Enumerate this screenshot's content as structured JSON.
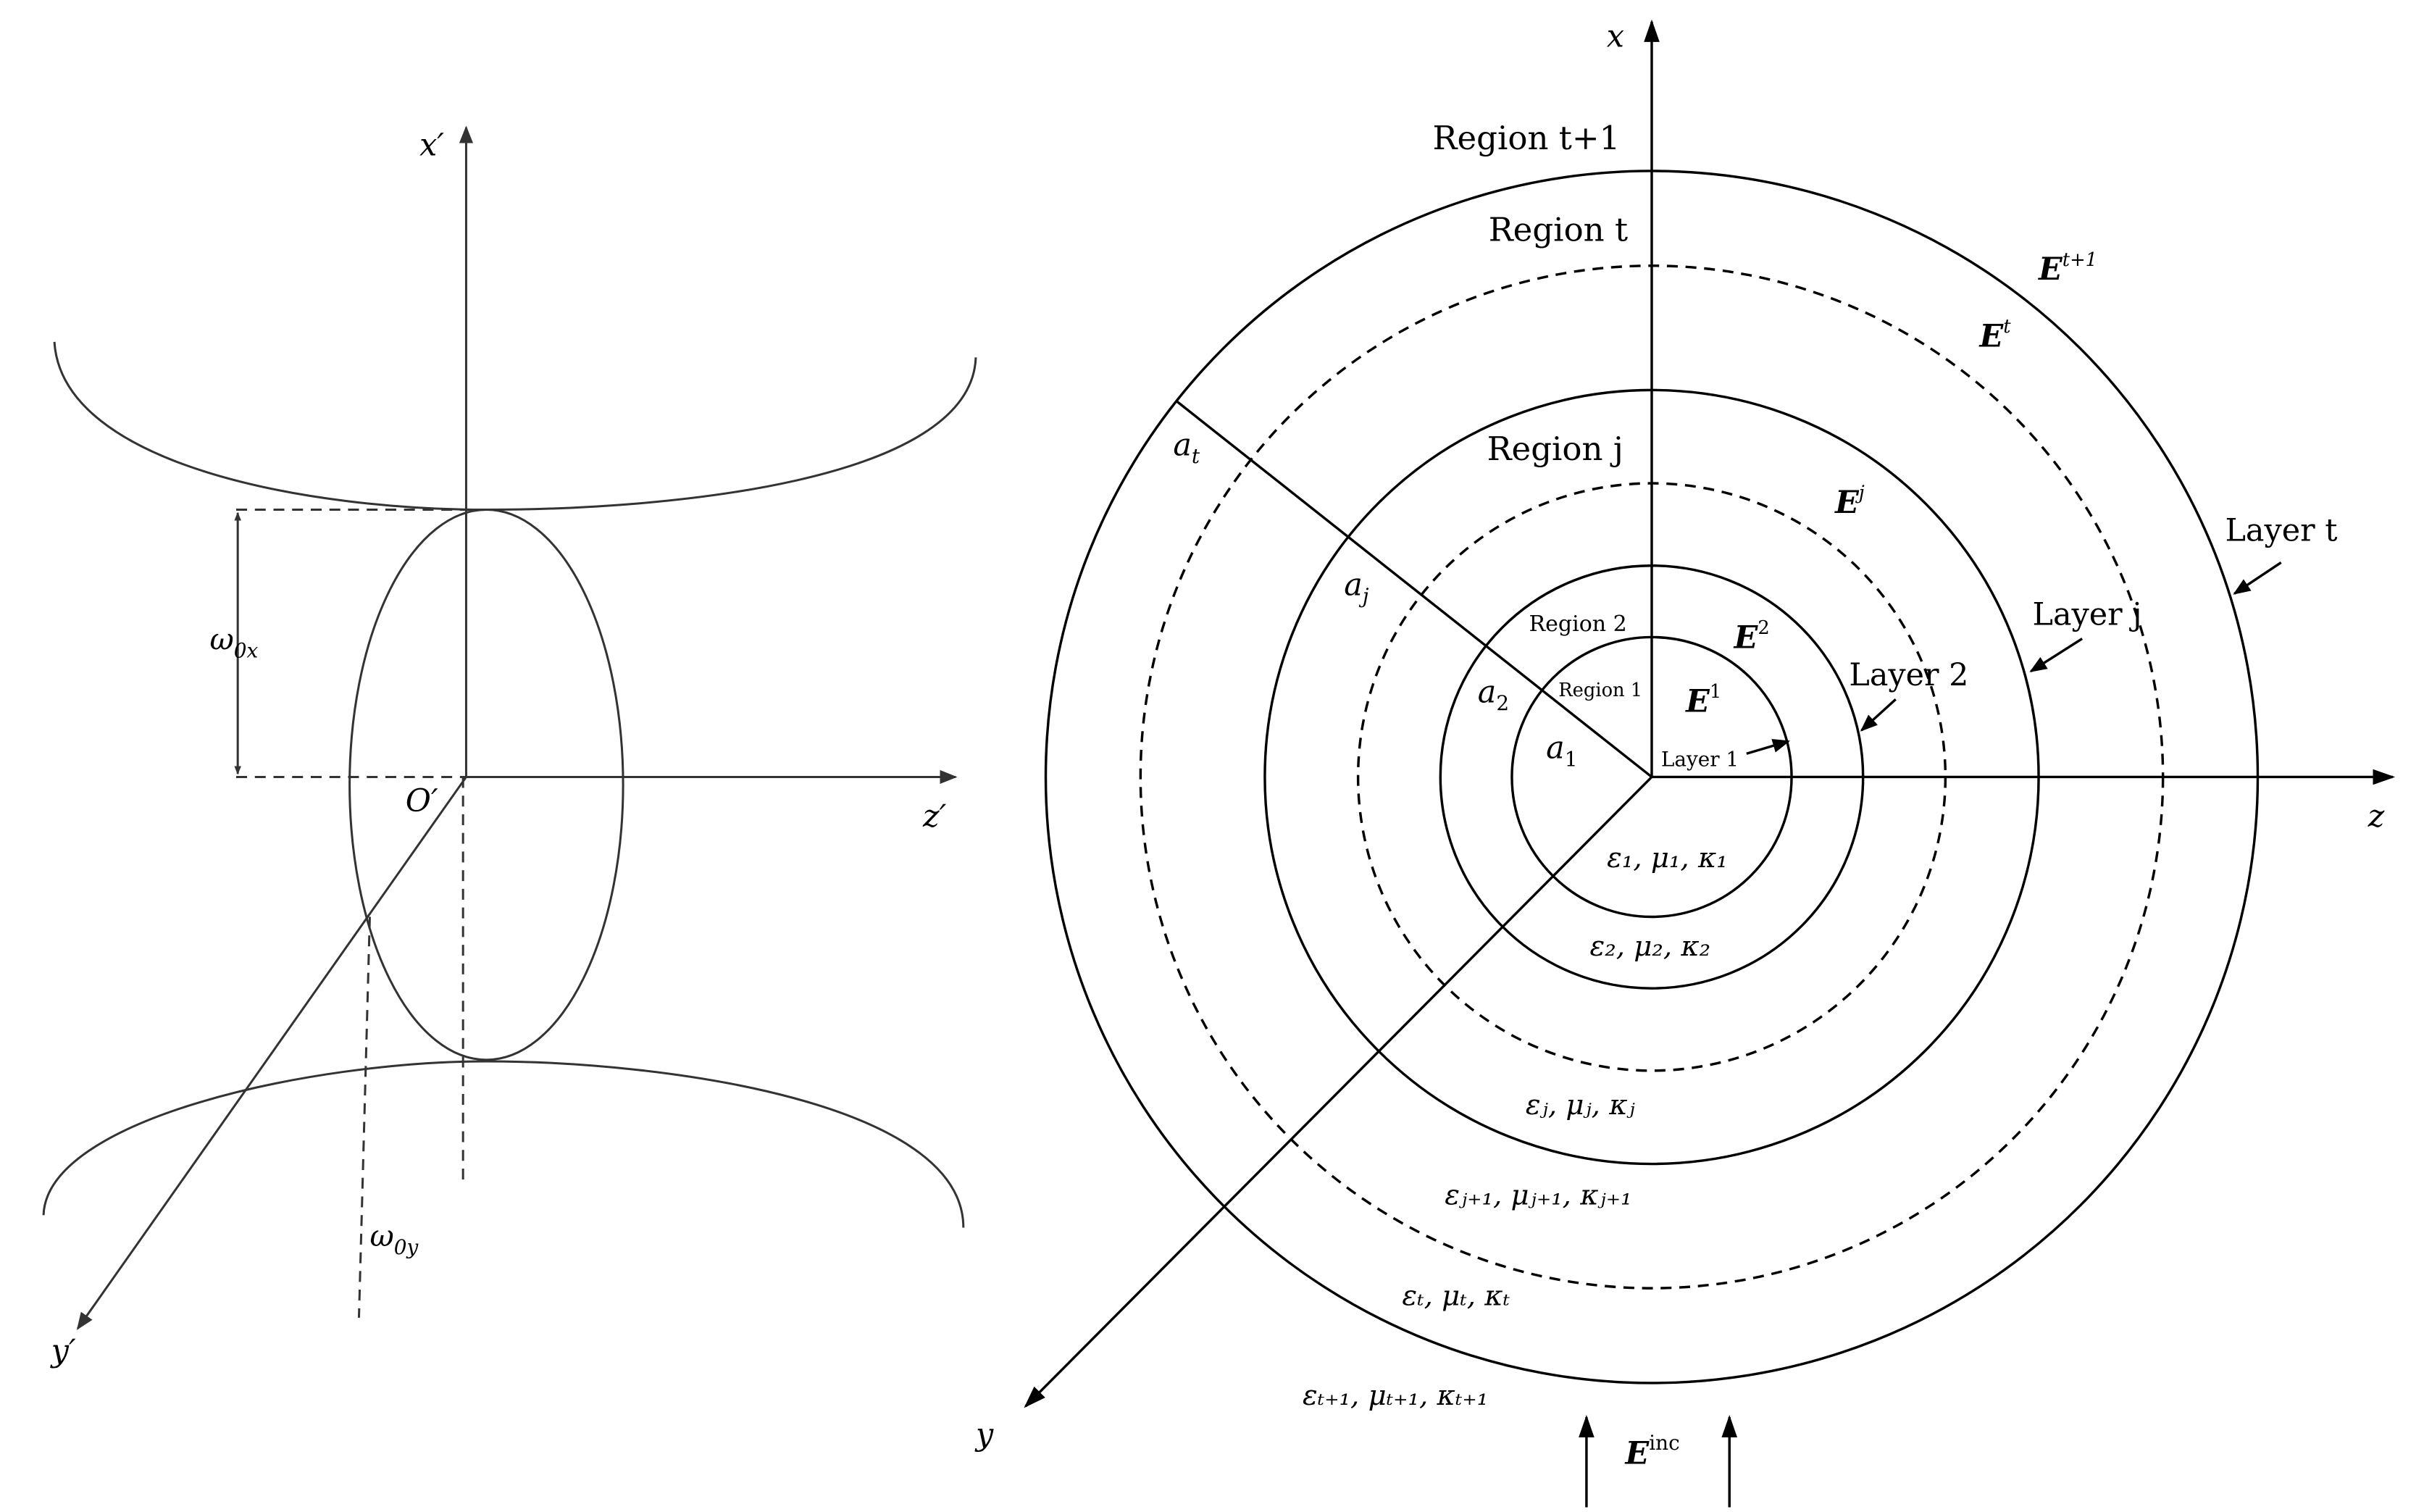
{
  "left": {
    "axis_x": "x′",
    "axis_z": "z′",
    "axis_y": "y′",
    "origin": "O′",
    "omega_x": {
      "base": "ω",
      "sub": "0x"
    },
    "omega_y": {
      "base": "ω",
      "sub": "0y"
    }
  },
  "right": {
    "axis_x": "x",
    "axis_z": "z",
    "axis_y": "y",
    "regions": [
      "Region t+1",
      "Region t",
      "Region j",
      "Region 2",
      "Region 1"
    ],
    "radii": [
      {
        "base": "a",
        "sub": "t"
      },
      {
        "base": "a",
        "sub": "j"
      },
      {
        "base": "a",
        "sub": "2"
      },
      {
        "base": "a",
        "sub": "1"
      }
    ],
    "fields": [
      {
        "base": "E",
        "sup": "t+1"
      },
      {
        "base": "E",
        "sup": "t"
      },
      {
        "base": "E",
        "sup": "j"
      },
      {
        "base": "E",
        "sup": "2"
      },
      {
        "base": "E",
        "sup": "1"
      }
    ],
    "layers": [
      "Layer t",
      "Layer j",
      "Layer 2",
      "Layer 1"
    ],
    "materials": [
      "ε₁, μ₁, κ₁",
      "ε₂, μ₂, κ₂",
      "εⱼ, μⱼ, κⱼ",
      "εⱼ₊₁, μⱼ₊₁, κⱼ₊₁",
      "εₜ, μₜ, κₜ",
      "εₜ₊₁, μₜ₊₁, κₜ₊₁"
    ],
    "incident": {
      "base": "E",
      "sup": "inc"
    }
  }
}
